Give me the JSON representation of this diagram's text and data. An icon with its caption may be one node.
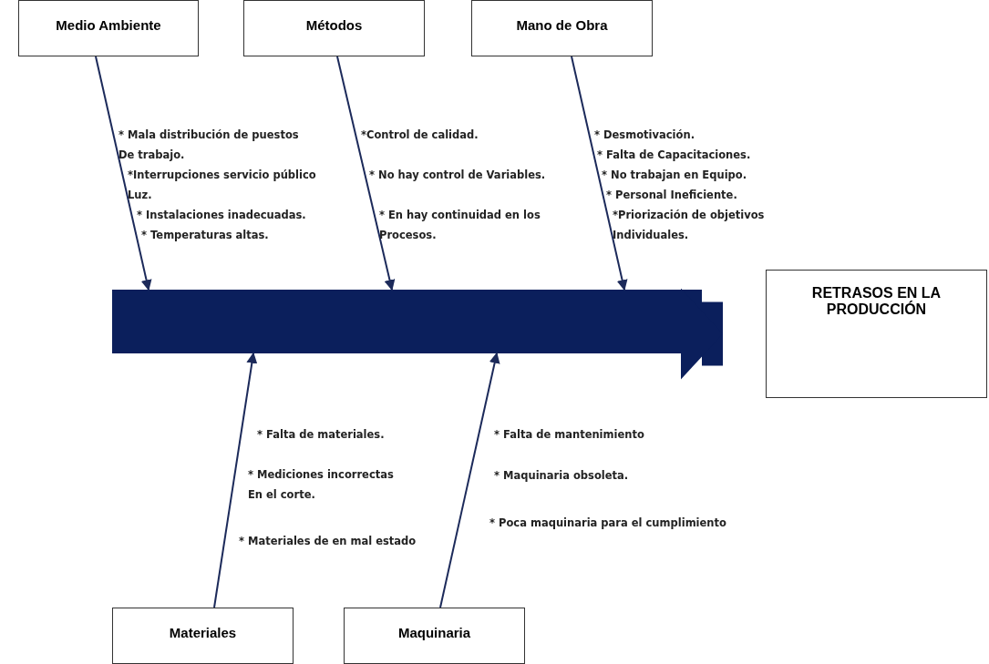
{
  "diagram": {
    "nodes": [
      {
        "text": [
          "Medio Ambiente"
        ]
      },
      {
        "text": [
          "Métodos"
        ]
      },
      {
        "text": [
          "Mano de Obra"
        ]
      },
      {
        "text": [],
        "shape": "bar"
      },
      {
        "text": [
          "RETRASOS EN LA PRODUCCIÓN"
        ]
      },
      {
        "text": [
          "Materiales"
        ]
      },
      {
        "text": [
          "Maquinaria"
        ]
      }
    ],
    "edges": [
      {
        "from": 0,
        "to": 3,
        "arrow": "to"
      },
      {
        "from": 1,
        "to": 3,
        "arrow": "to"
      },
      {
        "from": 2,
        "to": 3,
        "arrow": "to"
      },
      {
        "from": 5,
        "to": 3,
        "arrow": "to"
      },
      {
        "from": 6,
        "to": 3,
        "arrow": "to"
      },
      {
        "from": 3,
        "to": 4,
        "arrow": "to",
        "style": "thick"
      }
    ],
    "labels": [
      "* Mala distribución de puestos De trabajo.",
      "*Interrupciones servicio público Luz.",
      "* Instalaciones inadecuadas.",
      "* Temperaturas altas.",
      "*Control de calidad.",
      "* No hay control de Variables.",
      "* En hay continuidad en los Procesos.",
      "* Desmotivación.",
      "* Falta de Capacitaciones.",
      "* No trabajan en Equipo.",
      "* Personal Ineficiente.",
      "*Priorización de objetivos Individuales.",
      "* Falta de materiales.",
      "* Mediciones incorrectas En el corte.",
      "* Materiales de en mal estado",
      "* Falta de mantenimiento",
      "* Maquinaria obsoleta.",
      "* Poca maquinaria para el cumplimiento"
    ]
  }
}
